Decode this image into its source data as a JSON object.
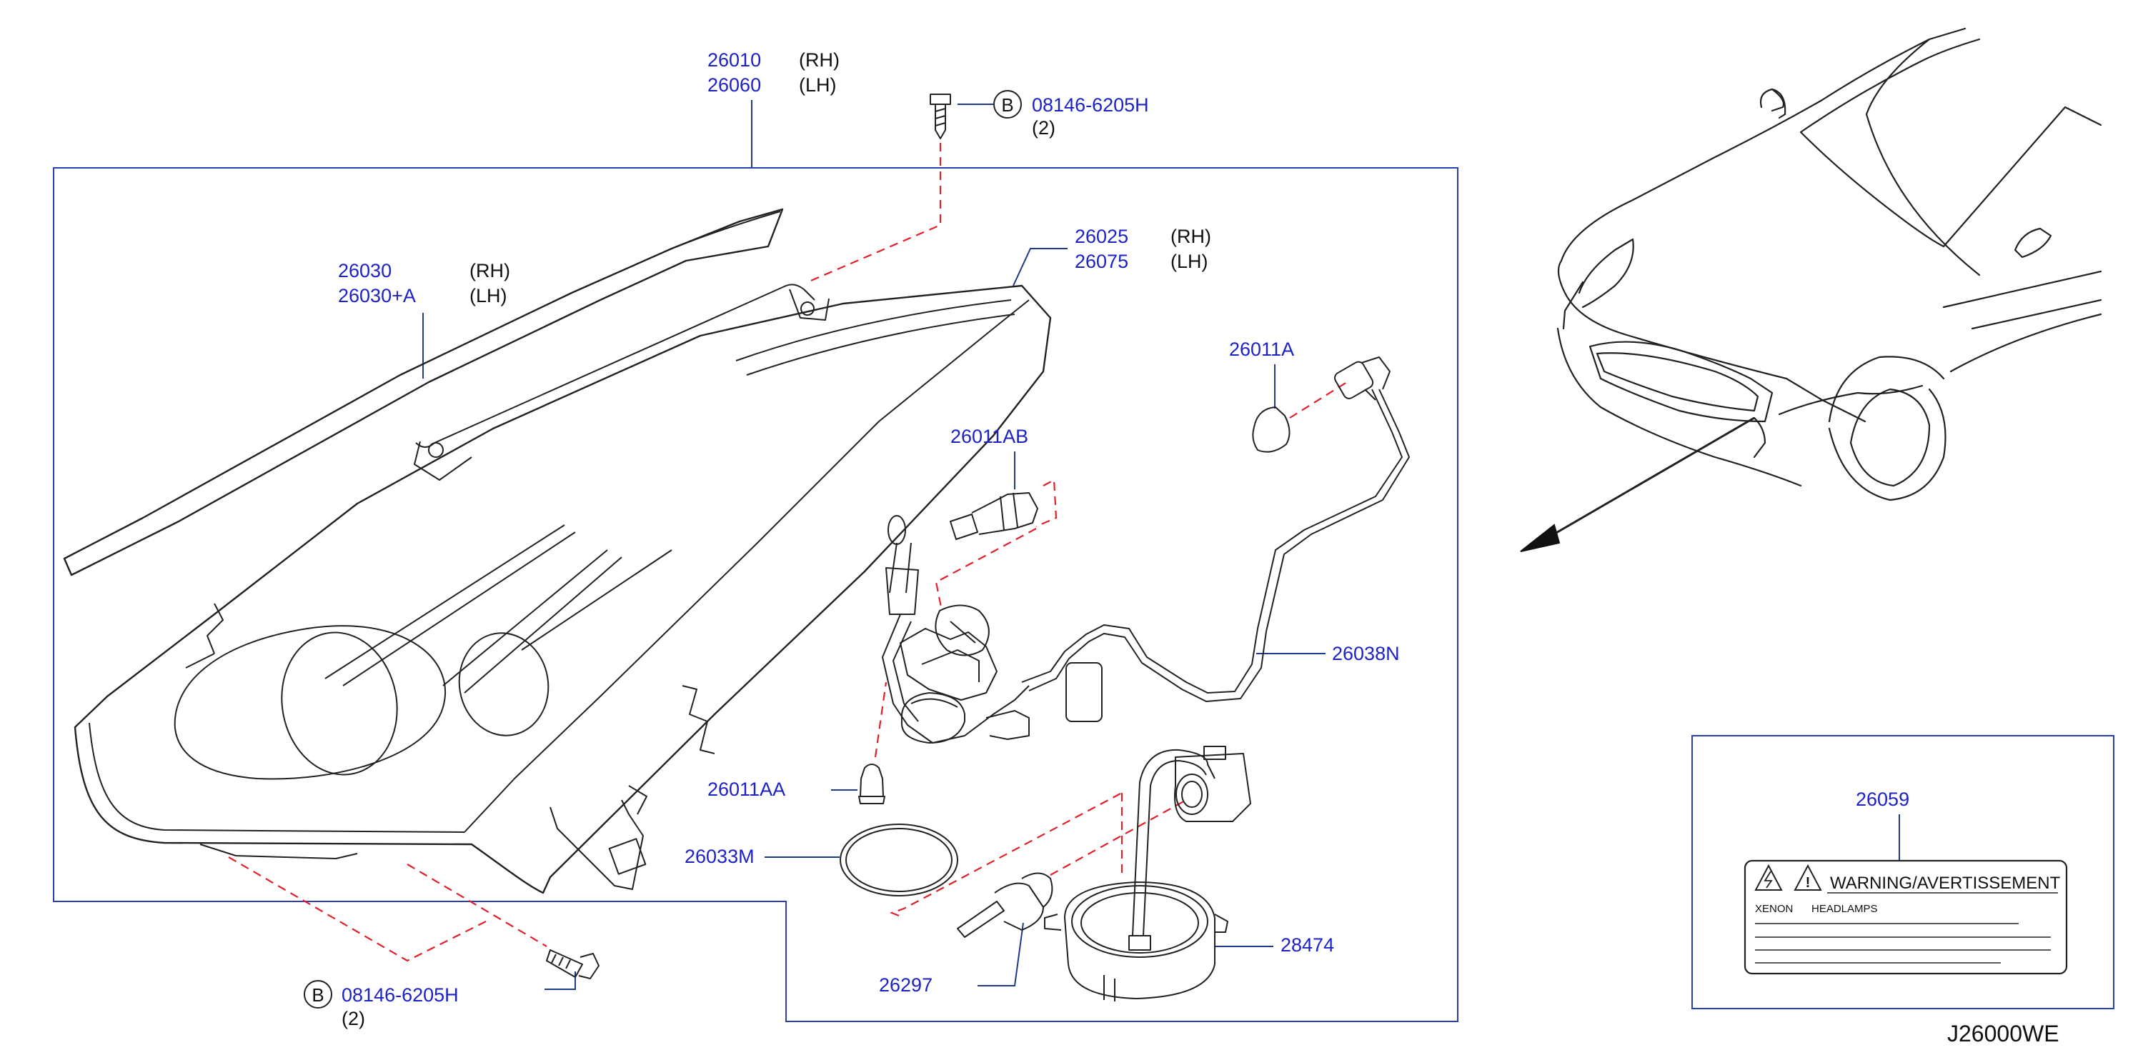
{
  "diagram_code": "J26000WE",
  "parts": {
    "p26010": {
      "num": "26010",
      "side": "(RH)"
    },
    "p26060": {
      "num": "26060",
      "side": "(LH)"
    },
    "p26030": {
      "num": "26030",
      "side": "(RH)"
    },
    "p26030a": {
      "num": "26030+A",
      "side": "(LH)"
    },
    "p26025": {
      "num": "26025",
      "side": "(RH)"
    },
    "p26075": {
      "num": "26075",
      "side": "(LH)"
    },
    "p26011A": {
      "num": "26011A"
    },
    "p26011AB": {
      "num": "26011AB"
    },
    "p26038N": {
      "num": "26038N"
    },
    "p26011AA": {
      "num": "26011AA"
    },
    "p26033M": {
      "num": "26033M"
    },
    "p26297": {
      "num": "26297"
    },
    "p28474": {
      "num": "28474"
    },
    "p26059": {
      "num": "26059"
    }
  },
  "bolt_top": {
    "marker": "B",
    "num": "08146-6205H",
    "qty": "(2)"
  },
  "bolt_bottom": {
    "marker": "B",
    "num": "08146-6205H",
    "qty": "(2)"
  },
  "warning_label": {
    "title": "WARNING/AVERTISSEMENT",
    "line1a": "XENON",
    "line1b": "HEADLAMPS"
  },
  "colors": {
    "part_number": "#1d22c8",
    "leader_box": "#2a3fb0",
    "dashed_guide": "#e0202a",
    "linework": "#222222"
  }
}
